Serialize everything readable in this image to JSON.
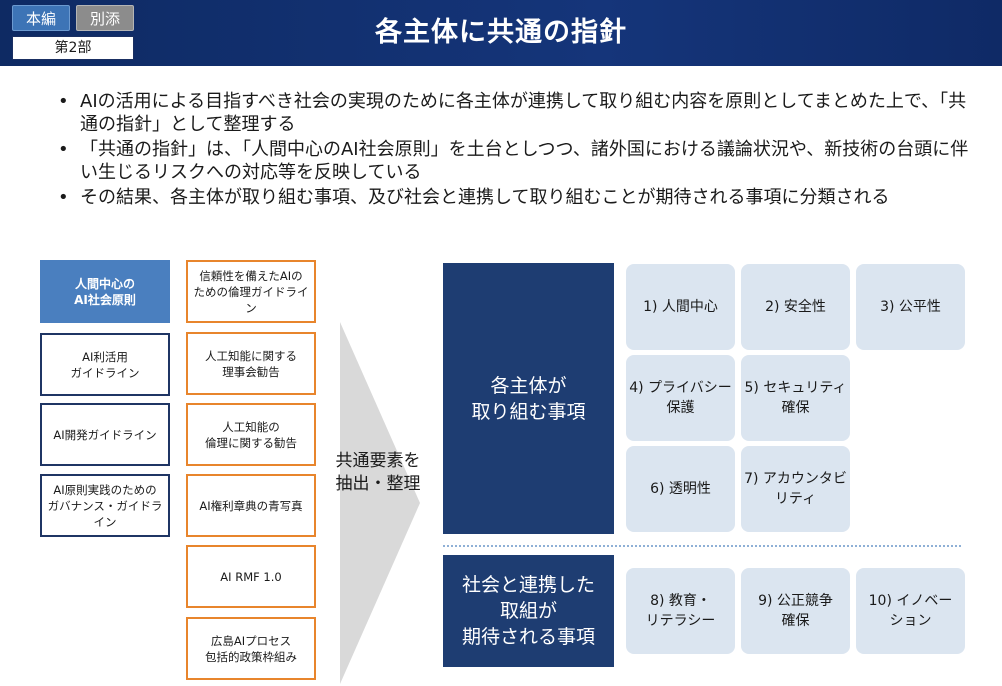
{
  "header": {
    "tag_honpen": "本編",
    "tag_bessou": "別添",
    "part": "第2部",
    "title": "各主体に共通の指針"
  },
  "bullets": [
    "AIの活用による目指すべき社会の実現のために各主体が連携して取り組む内容を原則としてまとめた上で、「共通の指針」として整理する",
    "「共通の指針」は、「人間中心のAI社会原則」を土台としつつ、諸外国における議論状況や、新技術の台頭に伴い生じるリスクへの対応等を反映している",
    "その結果、各主体が取り組む事項、及び社会と連携して取り組むことが期待される事項に分類される"
  ],
  "left_column": {
    "main": "人間中心の\nAI社会原則",
    "items": [
      "AI利活用\nガイドライン",
      "AI開発ガイドライン",
      "AI原則実践のための\nガバナンス・ガイドライン"
    ]
  },
  "middle_column": {
    "items": [
      "信頼性を備えたAIの\nための倫理ガイドライン",
      "人工知能に関する\n理事会勧告",
      "人工知能の\n倫理に関する勧告",
      "AI権利章典の青写真",
      "AI RMF 1.0",
      "広島AIプロセス\n包括的政策枠組み"
    ]
  },
  "arrow_label": "共通要素を\n抽出・整理",
  "right_panel": {
    "top_heading": "各主体が\n取り組む事項",
    "top_items": [
      "1) 人間中心",
      "2) 安全性",
      "3) 公平性",
      "4) プライバシー\n保護",
      "5) セキュリティ\n確保",
      "6) 透明性",
      "7) アカウンタビ\nリティ"
    ],
    "bottom_heading": "社会と連携した\n取組が\n期待される事項",
    "bottom_items": [
      "8) 教育・\nリテラシー",
      "9) 公正競争\n確保",
      "10) イノベー\nション"
    ]
  },
  "colors": {
    "header_navy": "#15357a",
    "principle_blue": "#4a7fbf",
    "box_navy_border": "#1f3564",
    "box_orange_border": "#e8852c",
    "heading_navy": "#1e3d72",
    "cell_fill": "#dbe5f0"
  }
}
